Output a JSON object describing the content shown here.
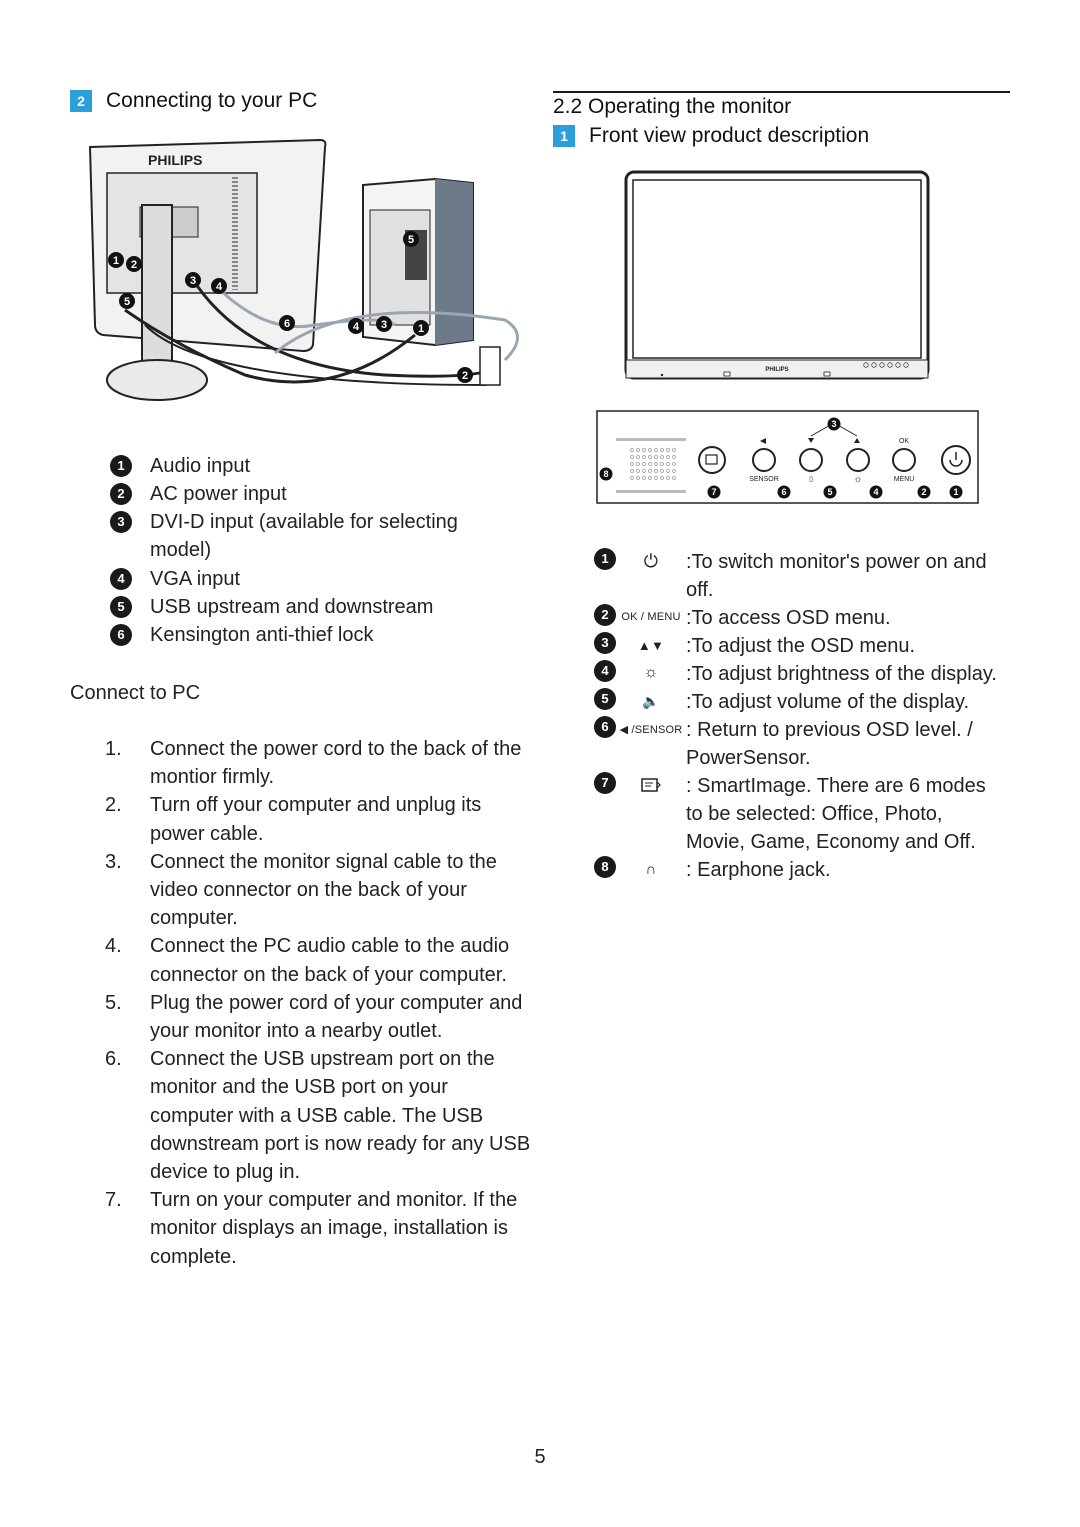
{
  "left": {
    "section_badge": "2",
    "section_title": "Connecting to your PC",
    "diagram": {
      "brand": "PHILIPS",
      "callouts": [
        "1",
        "2",
        "3",
        "4",
        "5",
        "6",
        "5",
        "4",
        "3",
        "1",
        "2"
      ]
    },
    "legend": [
      {
        "num": "1",
        "label": "Audio input"
      },
      {
        "num": "2",
        "label": "AC power input"
      },
      {
        "num": "3",
        "label": "DVI-D input (available for selecting model)"
      },
      {
        "num": "4",
        "label": "VGA input"
      },
      {
        "num": "5",
        "label": "USB upstream and downstream"
      },
      {
        "num": "6",
        "label": "Kensington anti-thief lock"
      }
    ],
    "connect_heading": "Connect to PC",
    "steps": [
      {
        "n": "1.",
        "text": "Connect the power cord to the back of the montior firmly."
      },
      {
        "n": "2.",
        "text": "Turn off your computer and unplug its power cable."
      },
      {
        "n": "3.",
        "text": "Connect the monitor signal cable to the video connector on the back of your computer."
      },
      {
        "n": "4.",
        "text": "Connect the PC audio cable to the audio connector on the back of your computer."
      },
      {
        "n": "5.",
        "text": "Plug the power cord of your computer and your monitor into a nearby outlet."
      },
      {
        "n": "6.",
        "text": "Connect the USB upstream port on the monitor and the USB port on your computer with a USB cable. The USB downstream port is now ready for any USB device to plug in."
      },
      {
        "n": "7.",
        "text": "Turn on your computer and monitor. If the monitor displays an image, installation is complete."
      }
    ]
  },
  "right": {
    "section_title": "2.2 Operating the monitor",
    "sub_badge": "1",
    "sub_title": "Front view product description",
    "monitor_brand": "PHILIPS",
    "panel": {
      "ok_label": "OK",
      "sensor_label": "SENSOR",
      "menu_label": "MENU",
      "callouts": [
        "3",
        "8",
        "7",
        "6",
        "5",
        "4",
        "2",
        "1"
      ]
    },
    "controls": [
      {
        "num": "1",
        "icon": "power-icon",
        "symbol": "⏻",
        "desc": ":To switch monitor's power on and off."
      },
      {
        "num": "2",
        "icon": "ok-menu-icon",
        "symbol": "OK / MENU",
        "desc": ":To access OSD menu."
      },
      {
        "num": "3",
        "icon": "up-down-arrows-icon",
        "symbol": "▲▼",
        "desc": ":To adjust the OSD menu."
      },
      {
        "num": "4",
        "icon": "brightness-icon",
        "symbol": "☼",
        "desc": ":To adjust brightness of the display."
      },
      {
        "num": "5",
        "icon": "volume-icon",
        "symbol": "🔈",
        "desc": ":To adjust volume of the display."
      },
      {
        "num": "6",
        "icon": "back-sensor-icon",
        "symbol": "◀ /SENSOR",
        "desc": ": Return to previous OSD level. / PowerSensor."
      },
      {
        "num": "7",
        "icon": "smartimage-icon",
        "symbol": "",
        "desc": ": SmartImage. There are 6 modes to be selected: Office, Photo, Movie, Game, Economy and Off."
      },
      {
        "num": "8",
        "icon": "headphone-icon",
        "symbol": "∩",
        "desc": ": Earphone jack."
      }
    ]
  },
  "page_number": "5"
}
